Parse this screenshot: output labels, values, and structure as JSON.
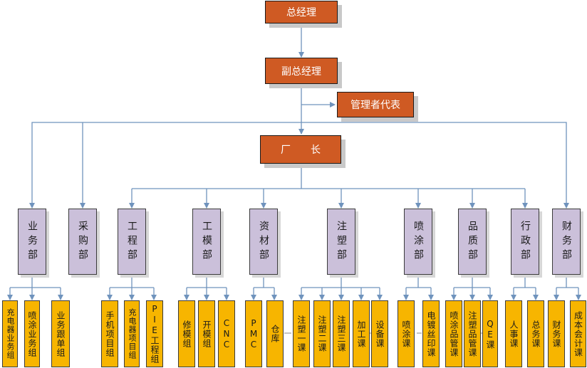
{
  "colors": {
    "exec": "#cf5a23",
    "dept": "#cbc0da",
    "team": "#f7b500",
    "line": "#6f93bd"
  },
  "exec": {
    "gm": "总经理",
    "deputy": "副总经理",
    "rep": "管理者代表",
    "factory": "厂　　长"
  },
  "depts": [
    "业务部",
    "采购部",
    "工程部",
    "工模部",
    "资材部",
    "注塑部",
    "喷涂部",
    "品质部",
    "行政部",
    "财务部"
  ],
  "teams": [
    "充电器业务组",
    "喷涂业务组",
    "业务跟单组",
    "手机项目组",
    "充电器项目组",
    "PIE工程组",
    "修模组",
    "开模组",
    "CNC",
    "PMC",
    "仓库",
    "注塑一课",
    "注塑二课",
    "注塑三课",
    "加工课",
    "设备课",
    "喷涂课",
    "电镀丝印课",
    "喷涂品管课",
    "注塑品管课",
    "QE课",
    "人事课",
    "总务课",
    "财务课",
    "成本会计课"
  ]
}
